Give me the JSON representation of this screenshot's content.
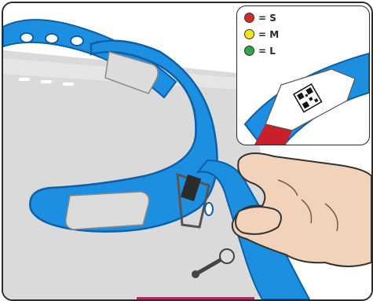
{
  "legend": {
    "items": [
      {
        "label": "= S",
        "color": "#d42a2a"
      },
      {
        "label": "= M",
        "color": "#f2e51c"
      },
      {
        "label": "= L",
        "color": "#2aa84a"
      }
    ]
  },
  "colors": {
    "strap": "#1d8fe0",
    "strap_dark": "#0c5fa8",
    "background": "#d9d9d9",
    "skin": "#f2d2b8",
    "tag_red": "#c8202a",
    "pad": "#dcdcdc"
  }
}
